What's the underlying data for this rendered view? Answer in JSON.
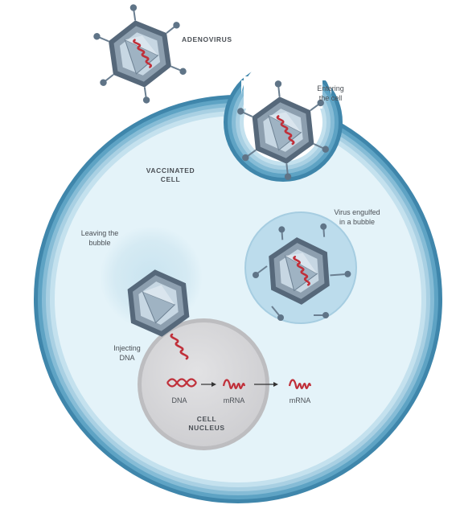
{
  "labels": {
    "adenovirus": "ADENOVIRUS",
    "entering_line1": "Entering",
    "entering_line2": "the cell",
    "vaccinated_line1": "VACCINATED",
    "vaccinated_line2": "CELL",
    "engulfed_line1": "Virus engulfed",
    "engulfed_line2": "in a bubble",
    "leaving_line1": "Leaving the",
    "leaving_line2": "bubble",
    "injecting_line1": "Injecting",
    "injecting_line2": "DNA",
    "dna": "DNA",
    "mrna_inside": "mRNA",
    "mrna_outside": "mRNA",
    "nucleus_line1": "CELL",
    "nucleus_line2": "NUCLEUS"
  },
  "colors": {
    "membrane_outer": "#4e95b8",
    "membrane_light": "#bfe0ee",
    "cytoplasm": "#e4f3f9",
    "bubble": "#bcdcec",
    "nucleus": "#d9d9db",
    "nucleus_rim": "#bdbdc0",
    "capsid_dark": "#56687a",
    "capsid_mid": "#8d9faf",
    "capsid_light": "#c7d7e3",
    "dna_red": "#c0303a",
    "label_text": "#4a4f55"
  }
}
